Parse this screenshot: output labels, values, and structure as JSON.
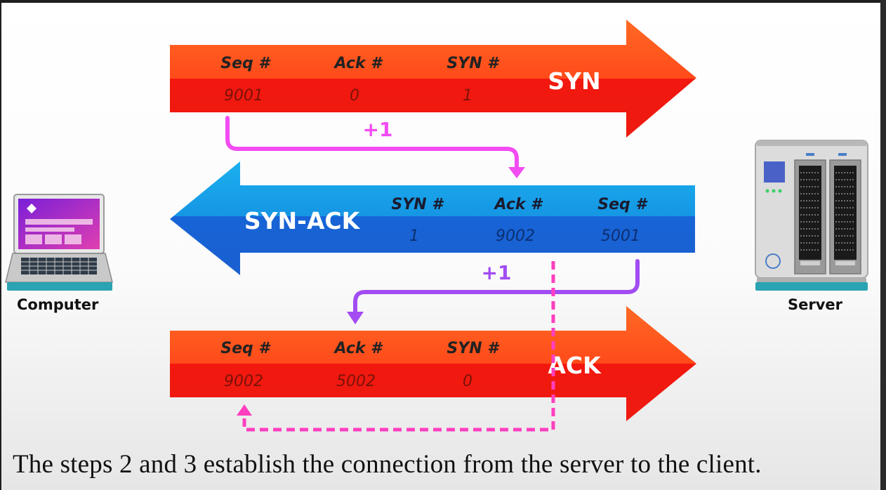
{
  "packets": [
    {
      "name": "SYN",
      "fields": [
        {
          "label": "Seq #",
          "value": "9001"
        },
        {
          "label": "Ack #",
          "value": "0"
        },
        {
          "label": "SYN #",
          "value": "1"
        }
      ]
    },
    {
      "name": "SYN-ACK",
      "fields": [
        {
          "label": "SYN #",
          "value": "1"
        },
        {
          "label": "Ack #",
          "value": "9002"
        },
        {
          "label": "Seq #",
          "value": "5001"
        }
      ]
    },
    {
      "name": "ACK",
      "fields": [
        {
          "label": "Seq #",
          "value": "9002"
        },
        {
          "label": "Ack #",
          "value": "5002"
        },
        {
          "label": "SYN #",
          "value": "0"
        }
      ]
    }
  ],
  "increments": [
    "+1",
    "+1"
  ],
  "devices": {
    "client": "Computer",
    "server": "Server"
  },
  "caption": "The steps 2 and 3 establish the connection from the server to the client.",
  "colors": {
    "red_top": "#ff5a1f",
    "red_bottom": "#f21d12",
    "blue_top": "#1aa0e8",
    "blue_bottom": "#1565d6",
    "magenta": "#f24cf2",
    "purple": "#a24cf2",
    "pink_dash": "#ff3fbf"
  }
}
